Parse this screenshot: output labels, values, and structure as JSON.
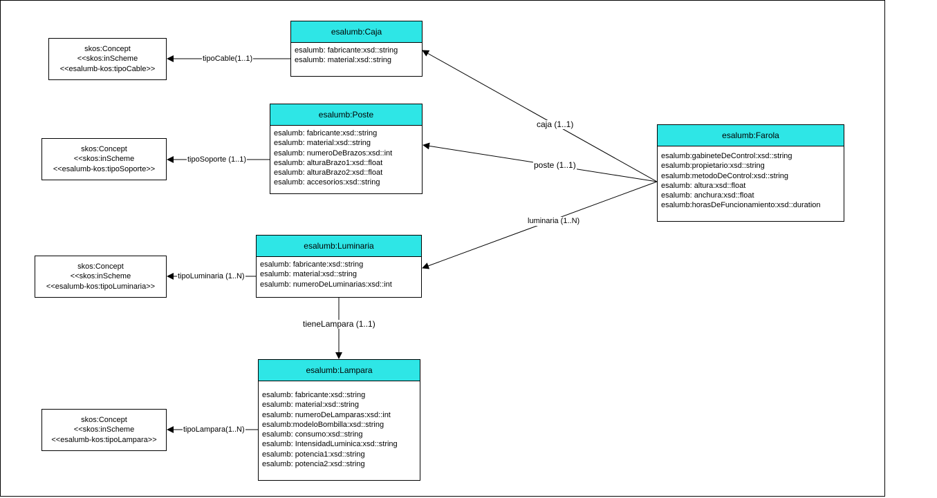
{
  "colors": {
    "class_header": "#2ee6e6",
    "stroke": "#000000"
  },
  "classes": {
    "caja": {
      "name": "esalumb:Caja",
      "attributes": [
        "esalumb: fabricante:xsd::string",
        "esalumb: material:xsd::string"
      ]
    },
    "poste": {
      "name": "esalumb:Poste",
      "attributes": [
        "esalumb: fabricante:xsd::string",
        "esalumb: material:xsd::string",
        "esalumb: numeroDeBrazos:xsd::int",
        "esalumb: alturaBrazo1:xsd::float",
        "esalumb: alturaBrazo2:xsd::float",
        "esalumb: accesorios:xsd::string"
      ]
    },
    "luminaria": {
      "name": "esalumb:Luminaria",
      "attributes": [
        "esalumb: fabricante:xsd::string",
        "esalumb: material:xsd::string",
        "esalumb: numeroDeLuminarias:xsd::int"
      ]
    },
    "lampara": {
      "name": "esalumb:Lampara",
      "attributes": [
        "esalumb: fabricante:xsd::string",
        "esalumb: material:xsd::string",
        "esalumb: numeroDeLamparas:xsd::int",
        "esalumb:modeloBombilla:xsd::string",
        "esalumb: consumo:xsd::string",
        "esalumb: IntensidadLuminica:xsd::string",
        "esalumb: potencia1:xsd::string",
        "esalumb: potencia2:xsd::string"
      ]
    },
    "farola": {
      "name": "esalumb:Farola",
      "attributes": [
        "esalumb:gabineteDeControl:xsd::string",
        "esalumb:propietario:xsd::string",
        "esalumb:metodoDeControl:xsd::string",
        "esalumb: altura:xsd::float",
        "esalumb: anchura:xsd::float",
        "esalumb:horasDeFuncionamiento:xsd::duration"
      ]
    }
  },
  "concepts": {
    "tipoCable": [
      "skos:Concept",
      "<<skos:inScheme",
      "<<esalumb-kos:tipoCable>>"
    ],
    "tipoSoporte": [
      "skos:Concept",
      "<<skos:inScheme",
      "<<esalumb-kos:tipoSoporte>>"
    ],
    "tipoLuminaria": [
      "skos:Concept",
      "<<skos:inScheme",
      "<<esalumb-kos:tipoLuminaria>>"
    ],
    "tipoLampara": [
      "skos:Concept",
      "<<skos:inScheme",
      "<<esalumb-kos:tipoLampara>>"
    ]
  },
  "edges": {
    "tipoCable": "tipoCable(1..1)",
    "tipoSoporte": "tipoSoporte (1..1)",
    "tipoLuminaria": "tipoLuminaria (1..N)",
    "tipoLampara": "tipoLampara(1..N)",
    "caja": "caja (1..1)",
    "poste": "poste (1..1)",
    "luminaria": "luminaria (1..N)",
    "tieneLampara": "tieneLampara (1..1)"
  }
}
